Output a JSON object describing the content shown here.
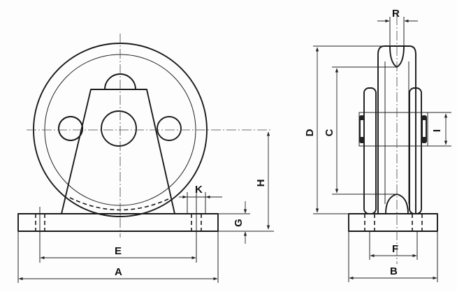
{
  "labels": {
    "A": "A",
    "B": "B",
    "C": "C",
    "D": "D",
    "E": "E",
    "F": "F",
    "G": "G",
    "H": "H",
    "K": "K",
    "R": "R",
    "I": "I"
  }
}
